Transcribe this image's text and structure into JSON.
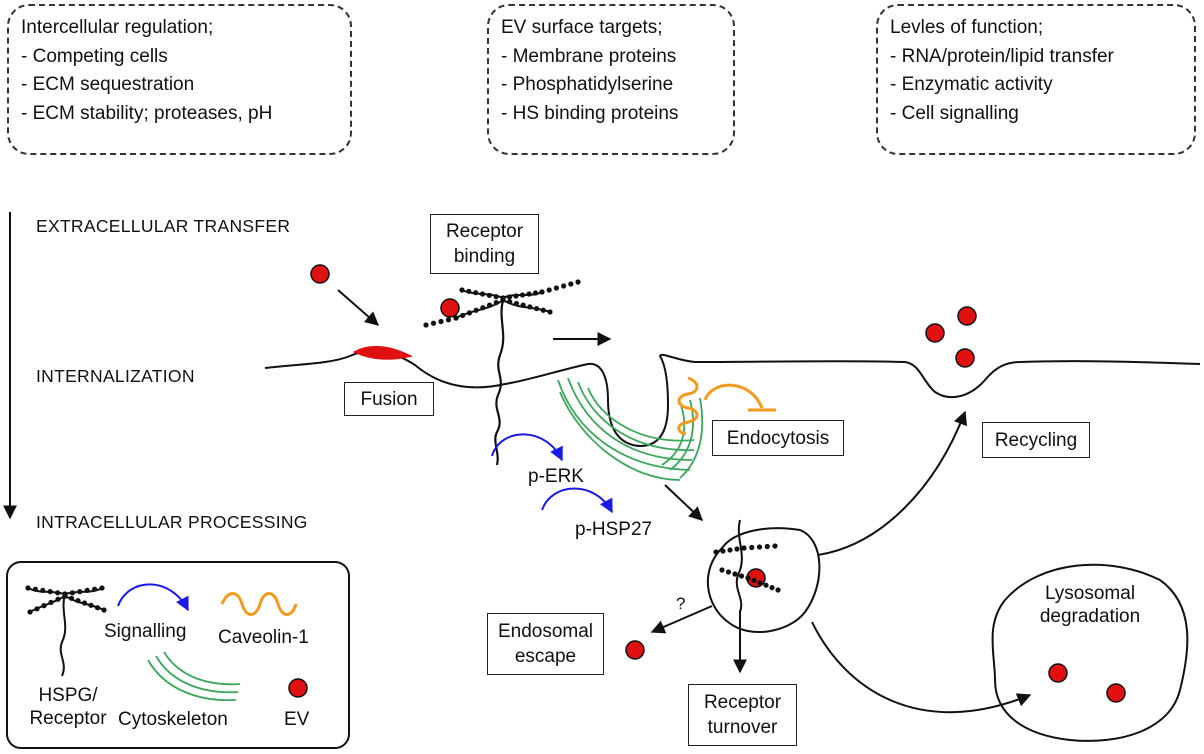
{
  "info_boxes": [
    {
      "title": "Intercellular regulation;",
      "items": [
        "- Competing cells",
        "- ECM sequestration",
        "- ECM stability; proteases, pH"
      ]
    },
    {
      "title": "EV surface targets;",
      "items": [
        "- Membrane proteins",
        "- Phosphatidylserine",
        "- HS binding proteins"
      ]
    },
    {
      "title": "Levles of function;",
      "items": [
        "- RNA/protein/lipid transfer",
        "- Enzymatic activity",
        "- Cell signalling"
      ]
    }
  ],
  "stages": {
    "extracellular": "EXTRACELLULAR TRANSFER",
    "internalization": "INTERNALIZATION",
    "intracellular": "INTRACELLULAR PROCESSING"
  },
  "labels": {
    "receptor_binding": [
      "Receptor",
      "binding"
    ],
    "fusion": "Fusion",
    "endocytosis": "Endocytosis",
    "recycling": "Recycling",
    "endosomal_escape": [
      "Endosomal",
      "escape"
    ],
    "receptor_turnover": [
      "Receptor",
      "turnover"
    ],
    "lysosomal_degradation": [
      "Lysosomal",
      "degradation"
    ],
    "p_erk": "p-ERK",
    "p_hsp27": "p-HSP27",
    "question": "?"
  },
  "legend": {
    "hspg": [
      "HSPG/",
      "Receptor"
    ],
    "signalling": "Signalling",
    "caveolin": "Caveolin-1",
    "cytoskeleton": "Cytoskeleton",
    "ev": "EV"
  },
  "colors": {
    "ev_fill": "#e01010",
    "fusion_patch": "#e01010",
    "signalling_arrow": "#1a1ae6",
    "caveolin": "#f59a1a",
    "cytoskeleton": "#3aa85a",
    "line": "#111111"
  }
}
